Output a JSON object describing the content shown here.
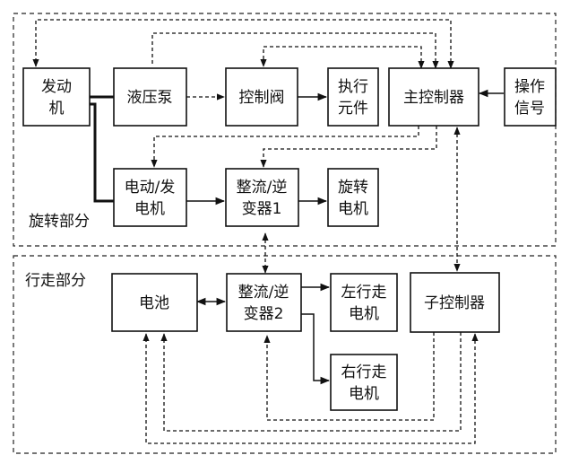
{
  "regions": {
    "rotating": "旋转部分",
    "traveling": "行走部分"
  },
  "blocks": {
    "engine": [
      "发动",
      "机"
    ],
    "hydraulic_pump": [
      "液压泵"
    ],
    "control_valve": [
      "控制阀"
    ],
    "actuator": [
      "执行",
      "元件"
    ],
    "main_controller": [
      "主控制器"
    ],
    "operation_signal": [
      "操作",
      "信号"
    ],
    "motor_generator": [
      "电动/发",
      "电机"
    ],
    "rectifier_inverter_1": [
      "整流/逆",
      "变器1"
    ],
    "swing_motor": [
      "旋转",
      "电机"
    ],
    "battery": [
      "电池"
    ],
    "rectifier_inverter_2": [
      "整流/逆",
      "变器2"
    ],
    "left_travel_motor": [
      "左行走",
      "电机"
    ],
    "right_travel_motor": [
      "右行走",
      "电机"
    ],
    "sub_controller": [
      "子控制器"
    ]
  }
}
